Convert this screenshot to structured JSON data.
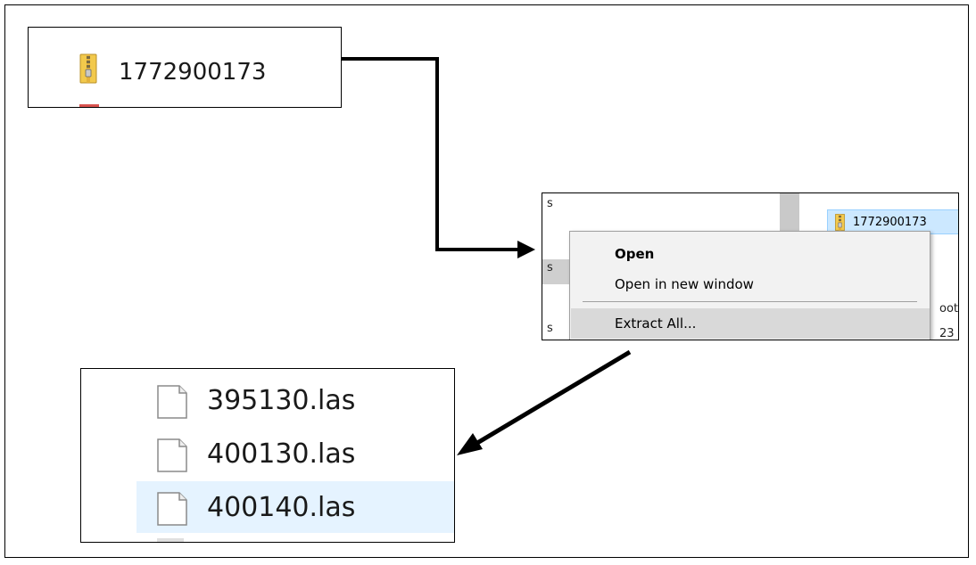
{
  "archive": {
    "name": "1772900173",
    "icon": "zip-folder-icon"
  },
  "explorer": {
    "left_edge_texts": [
      "s",
      "s",
      "s"
    ],
    "right_edge_texts": [
      "oot",
      "23"
    ],
    "selected_file": {
      "name": "1772900173",
      "icon": "zip-folder-icon"
    }
  },
  "context_menu": {
    "items": [
      {
        "label": "Open"
      },
      {
        "label": "Open in new window"
      },
      {
        "label": "Extract All..."
      }
    ]
  },
  "extracted_files": {
    "files": [
      {
        "name": "395130.las",
        "icon": "document-icon"
      },
      {
        "name": "400130.las",
        "icon": "document-icon"
      },
      {
        "name": "400140.las",
        "icon": "document-icon"
      }
    ]
  },
  "colors": {
    "selection_blue": "#cce8ff",
    "row_selected": "#e5f3ff",
    "menu_highlight": "#d9d9d9",
    "zip_yellow": "#f2c94c"
  }
}
